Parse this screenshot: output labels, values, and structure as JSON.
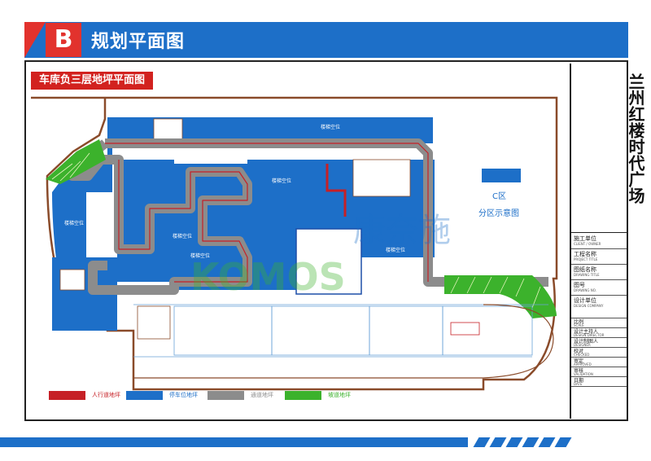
{
  "header": {
    "badge": "B",
    "title": "规划平面图"
  },
  "subtitle": "车库负三层地坪平面图",
  "project": {
    "name": "兰州红楼时代广场"
  },
  "zone": {
    "code": "C区",
    "note": "分区示意图"
  },
  "plan_labels": {
    "left_a": "楼梯空位",
    "left_b": "楼梯空位",
    "mid_a": "楼梯空位",
    "mid_b": "楼梯空位",
    "center": "楼梯空位",
    "top_right": "楼梯空位",
    "right_mid": "楼梯空位"
  },
  "watermark": {
    "cn": "康奈施",
    "en": "KOMOS"
  },
  "title_block": {
    "rows": [
      {
        "label": "施工单位",
        "sub": "CLIENT / OWNER"
      },
      {
        "label": "工程名称",
        "sub": "PROJECT TITLE"
      },
      {
        "label": "图纸名称",
        "sub": "DRAWING TITLE"
      },
      {
        "label": "图号",
        "sub": "DRAWING NO."
      },
      {
        "label": "设计单位",
        "sub": "DESIGN COMPANY"
      },
      {
        "label": "比例",
        "sub": "SCALE"
      },
      {
        "label": "设计主持人",
        "sub": "DESIGN DIRECTOR"
      },
      {
        "label": "设计制图人",
        "sub": "DESIGNER"
      },
      {
        "label": "校对",
        "sub": "CHECKED"
      },
      {
        "label": "审定",
        "sub": "APPROVED"
      },
      {
        "label": "审核",
        "sub": "VALIDATION"
      },
      {
        "label": "日期",
        "sub": "DATE"
      }
    ]
  },
  "legend": [
    {
      "label": "人行道地坪",
      "color": "#c62026"
    },
    {
      "label": "停车位地坪",
      "color": "#1d6fc8"
    },
    {
      "label": "通道地坪",
      "color": "#8c8c8c"
    },
    {
      "label": "坡道地坪",
      "color": "#3cb22c"
    }
  ],
  "colors": {
    "primary_blue": "#1d6fc8",
    "accent_red": "#e2322d",
    "aisle_gray": "#8c8c8c",
    "ramp_green": "#3cb22c",
    "boundary_brown": "#8a4b2a"
  }
}
